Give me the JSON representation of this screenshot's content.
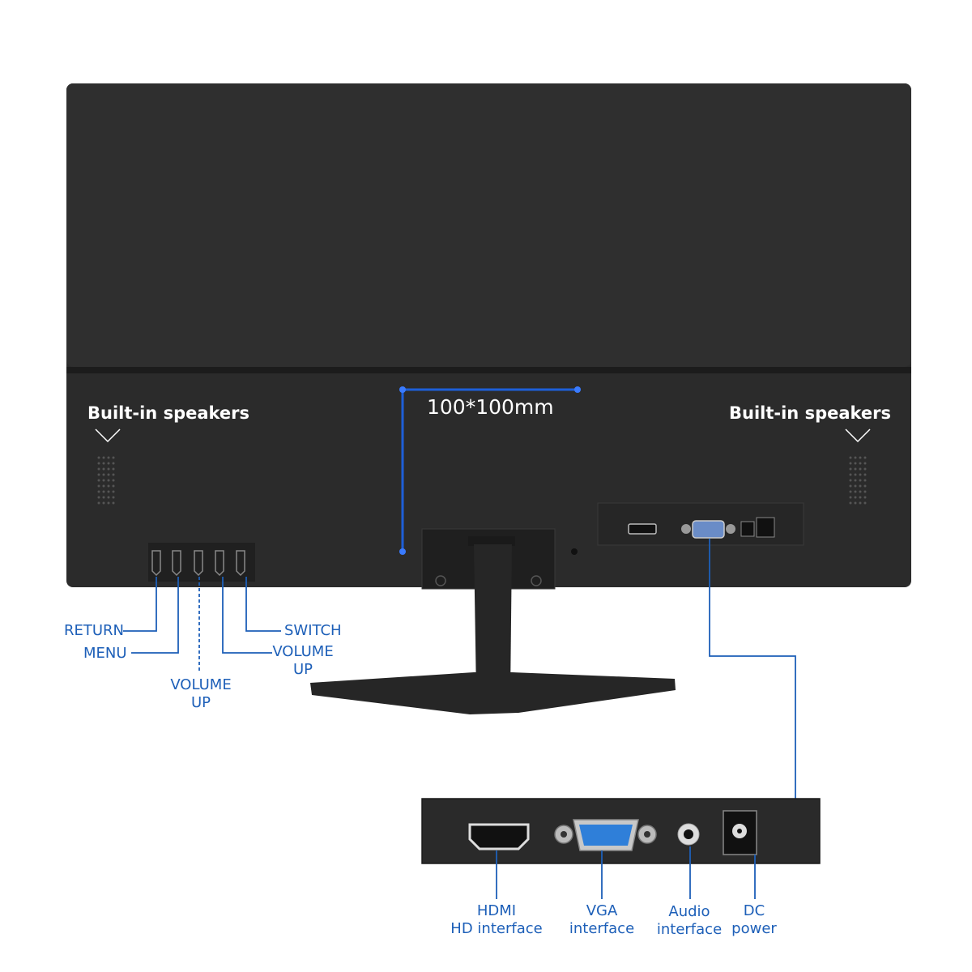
{
  "speakers": {
    "left_label": "Built-in speakers",
    "right_label": "Built-in speakers"
  },
  "vesa": {
    "label": "100*100mm"
  },
  "buttons": {
    "return": "RETURN",
    "menu": "MENU",
    "volume_up_1": "VOLUME\nUP",
    "volume_up_2": "VOLUME\nUP",
    "switch": "SWITCH"
  },
  "ports": {
    "hdmi": "HDMI\nHD interface",
    "vga": "VGA\ninterface",
    "audio": "Audio\ninterface",
    "dc": "DC\npower"
  },
  "colors": {
    "accent_blue": "#1d5fb8",
    "monitor_body": "#2a2a2a",
    "callout_line": "#1d5fb8"
  }
}
